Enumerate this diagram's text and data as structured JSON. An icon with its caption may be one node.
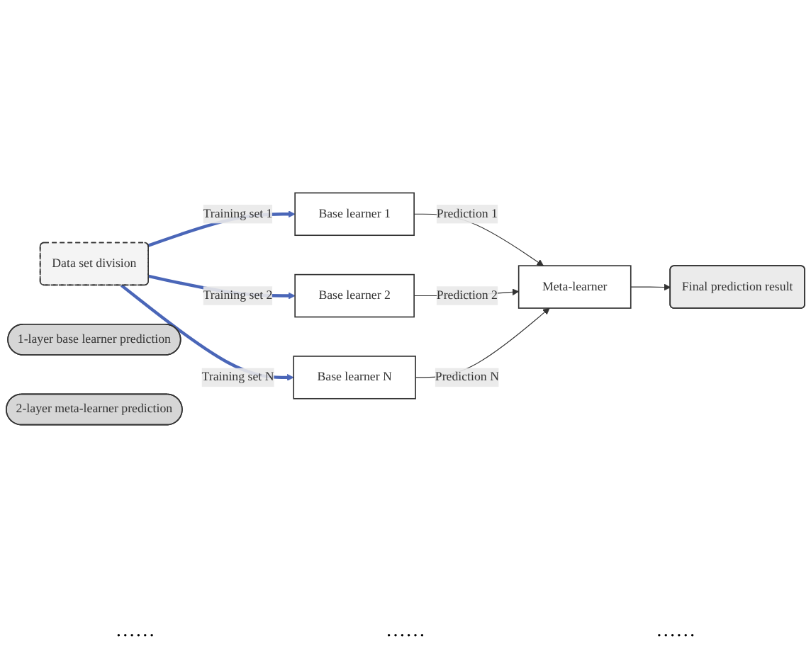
{
  "diagram": {
    "nodes": [
      {
        "text": [
          "Data set division"
        ]
      },
      {
        "text": [
          "Base learner 1"
        ]
      },
      {
        "text": [
          "Base learner 2"
        ]
      },
      {
        "text": [
          "Base learner N"
        ]
      },
      {
        "text": [
          "Meta-learner"
        ]
      },
      {
        "text": [
          "Final prediction result"
        ]
      },
      {
        "text": [
          "1-layer base learner prediction"
        ]
      },
      {
        "text": [
          "2-layer meta-learner prediction"
        ]
      }
    ],
    "edges": [
      {
        "from": 0,
        "to": 1,
        "arrow": "to",
        "label": "Training set 1",
        "style": "thick",
        "color": "#4a66b8"
      },
      {
        "from": 0,
        "to": 2,
        "arrow": "to",
        "label": "Training set 2",
        "style": "thick",
        "color": "#4a66b8"
      },
      {
        "from": 0,
        "to": 3,
        "arrow": "to",
        "label": "Training set N",
        "style": "thick",
        "color": "#4a66b8"
      },
      {
        "from": 1,
        "to": 4,
        "arrow": "to",
        "label": "Prediction 1"
      },
      {
        "from": 2,
        "to": 4,
        "arrow": "to",
        "label": "Prediction 2"
      },
      {
        "from": 3,
        "to": 4,
        "arrow": "to",
        "label": "Prediction N"
      },
      {
        "from": 4,
        "to": 5,
        "arrow": "to"
      }
    ],
    "labels": [
      "……",
      "……",
      "……"
    ]
  }
}
